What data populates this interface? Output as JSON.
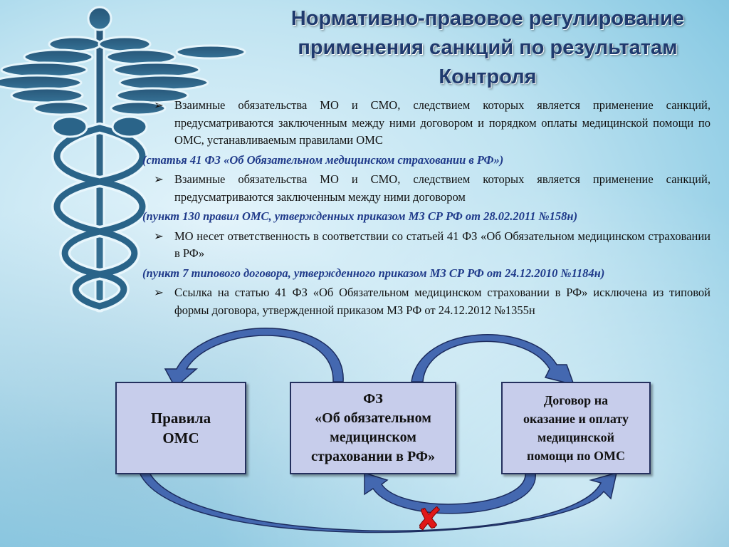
{
  "title": {
    "line1": "Нормативно-правовое регулирование",
    "line2": "применения санкций по результатам",
    "line3": "Контроля"
  },
  "bullet_marker": "➢",
  "items": [
    {
      "bullet": "Взаимные обязательства МО и СМО, следствием которых является применение санкций, предусматриваются заключенным между ними договором и порядком оплаты медицинской помощи по ОМС, устанавливаемым правилами ОМС",
      "reference": "(статья 41 ФЗ «Об Обязательном медицинском страховании в РФ»)"
    },
    {
      "bullet": "Взаимные обязательства МО и СМО, следствием которых является применение санкций, предусматриваются заключенным между ними договором",
      "reference": "(пункт 130 правил ОМС, утвержденных приказом МЗ СР РФ от 28.02.2011 №158н)"
    },
    {
      "bullet": "МО несет ответственность в соответствии со статьей 41 ФЗ «Об Обязательном медицинском страховании в РФ»",
      "reference": "(пункт 7 типового договора, утвержденного приказом МЗ СР РФ от 24.12.2010 №1184н)"
    },
    {
      "bullet": "Ссылка на статью 41 ФЗ «Об Обязательном медицинском страховании в РФ» исключена из типовой формы договора, утвержденной приказом МЗ РФ от 24.12.2012 №1355н",
      "reference": ""
    }
  ],
  "boxes": {
    "rules": [
      "Правила",
      "ОМС"
    ],
    "law": [
      "ФЗ",
      "«Об обязательном",
      "медицинском",
      "страховании в РФ»"
    ],
    "contract": [
      "Договор на",
      "оказание и оплату",
      "медицинской",
      "помощи по ОМС"
    ]
  },
  "broken_link_mark": "✘",
  "colors": {
    "title": "#1f3a6e",
    "reference_text": "#1f3a8a",
    "box_fill": "#c7cdeb",
    "box_border": "#24305e",
    "arrow_fill": "#4468b0",
    "arrow_stroke": "#1c2c5e",
    "cross": "#e01818"
  }
}
